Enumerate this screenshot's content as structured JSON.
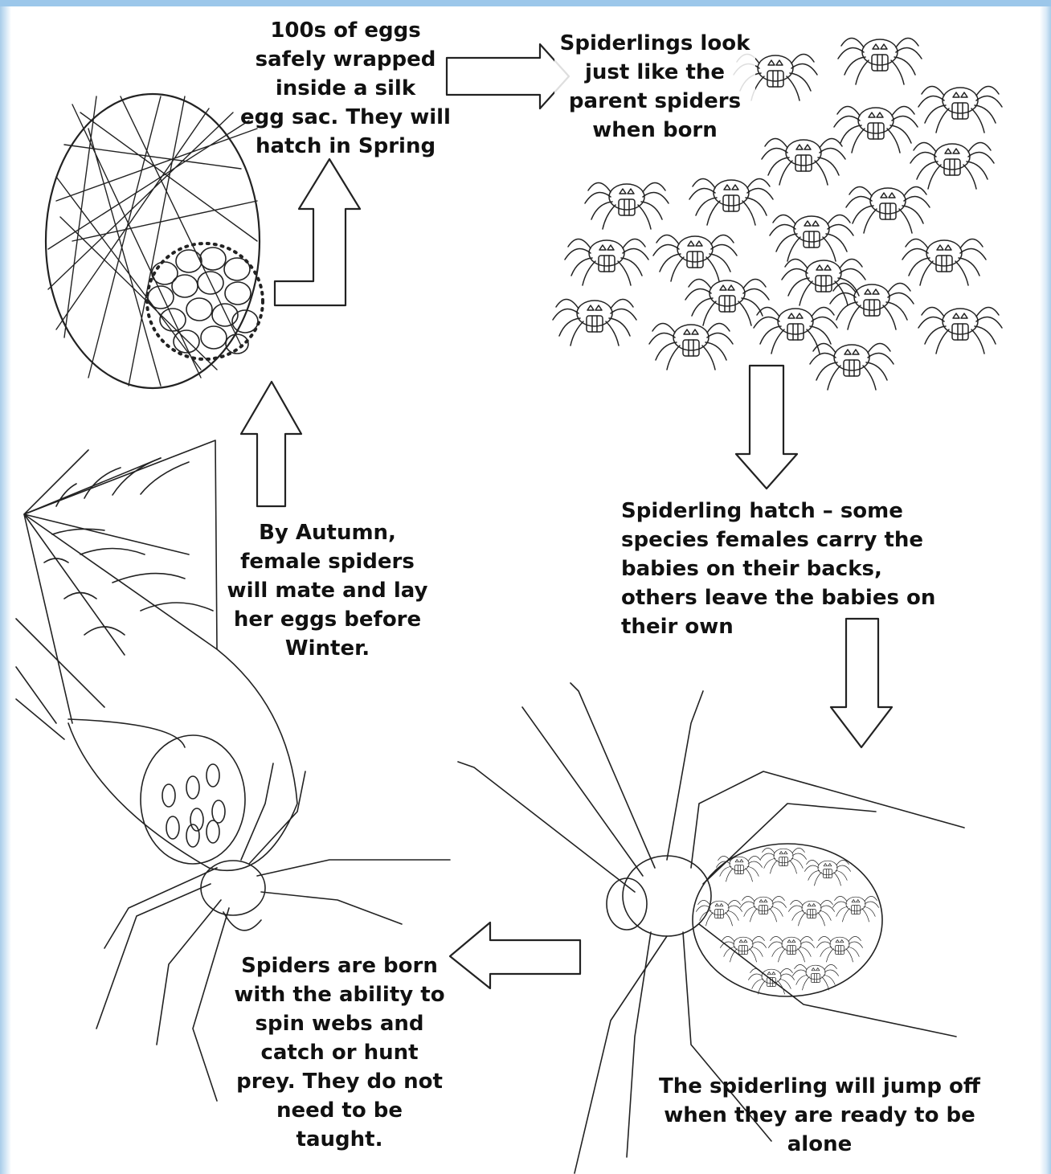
{
  "diagram": {
    "stages": {
      "eggs": "100s of eggs\nsafely wrapped\ninside a silk\negg sac. They will\nhatch in Spring",
      "spiderlings": "Spiderlings look\njust like the\nparent spiders\nwhen born",
      "hatch": "Spiderling hatch – some\nspecies females carry the\nbabies on their backs,\nothers leave the babies on\ntheir own",
      "jump_off": "The spiderling will jump off\nwhen they are ready to be\nalone",
      "born_ability": "Spiders are born\nwith the ability to\nspin webs and\ncatch or hunt\nprey. They do not\nneed to be\ntaught.",
      "autumn": "By Autumn,\nfemale spiders\nwill mate and lay\nher eggs before\nWinter."
    },
    "colors": {
      "ink": "#222222",
      "frame": "#9cc7ea"
    }
  }
}
